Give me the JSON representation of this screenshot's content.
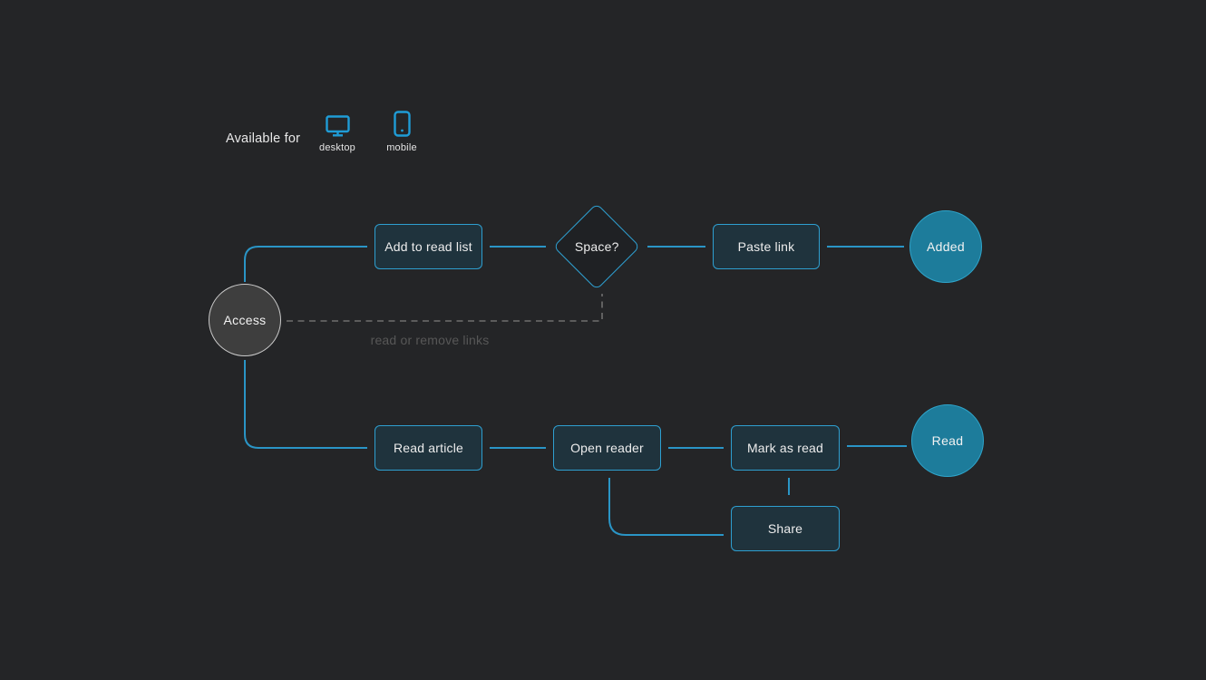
{
  "page": {
    "background": "#242527"
  },
  "colors": {
    "accent_blue": "#2e9fd0",
    "connector_blue": "#2a95c6",
    "box_fill": "#1f333d",
    "diamond_fill": "#1f2124",
    "end_circle_fill": "#1d7c9b",
    "start_circle_fill": "#3e3e3e",
    "start_circle_border": "#cbcbcb",
    "dashed_gray": "#6f6f6f",
    "text_light": "#ededed",
    "muted_label": "#575757"
  },
  "legend": {
    "label": "Available for",
    "items": [
      {
        "name": "desktop",
        "label": "desktop",
        "icon": "desktop-icon"
      },
      {
        "name": "mobile",
        "label": "mobile",
        "icon": "mobile-icon"
      }
    ]
  },
  "nodes": {
    "access": {
      "label": "Access",
      "shape": "circle",
      "role": "start"
    },
    "add_to_read_list": {
      "label": "Add to read list",
      "shape": "box"
    },
    "space": {
      "label": "Space?",
      "shape": "diamond",
      "role": "decision"
    },
    "paste_link": {
      "label": "Paste link",
      "shape": "box"
    },
    "added": {
      "label": "Added",
      "shape": "circle",
      "role": "end"
    },
    "read_article": {
      "label": "Read article",
      "shape": "box"
    },
    "open_reader": {
      "label": "Open reader",
      "shape": "box"
    },
    "mark_as_read": {
      "label": "Mark as read",
      "shape": "box"
    },
    "read": {
      "label": "Read",
      "shape": "circle",
      "role": "end"
    },
    "share": {
      "label": "Share",
      "shape": "box"
    }
  },
  "annotations": {
    "dashed_label": "read or remove links"
  },
  "edges": [
    {
      "from": "access",
      "to": "add_to_read_list",
      "style": "solid"
    },
    {
      "from": "add_to_read_list",
      "to": "space",
      "style": "solid"
    },
    {
      "from": "space",
      "to": "paste_link",
      "style": "solid"
    },
    {
      "from": "paste_link",
      "to": "added",
      "style": "solid"
    },
    {
      "from": "access",
      "to": "space",
      "style": "dashed",
      "label": "read or remove links"
    },
    {
      "from": "access",
      "to": "read_article",
      "style": "solid"
    },
    {
      "from": "read_article",
      "to": "open_reader",
      "style": "solid"
    },
    {
      "from": "open_reader",
      "to": "mark_as_read",
      "style": "solid"
    },
    {
      "from": "mark_as_read",
      "to": "read",
      "style": "solid"
    },
    {
      "from": "mark_as_read",
      "to": "share",
      "style": "solid"
    },
    {
      "from": "open_reader",
      "to": "share",
      "style": "solid"
    }
  ]
}
